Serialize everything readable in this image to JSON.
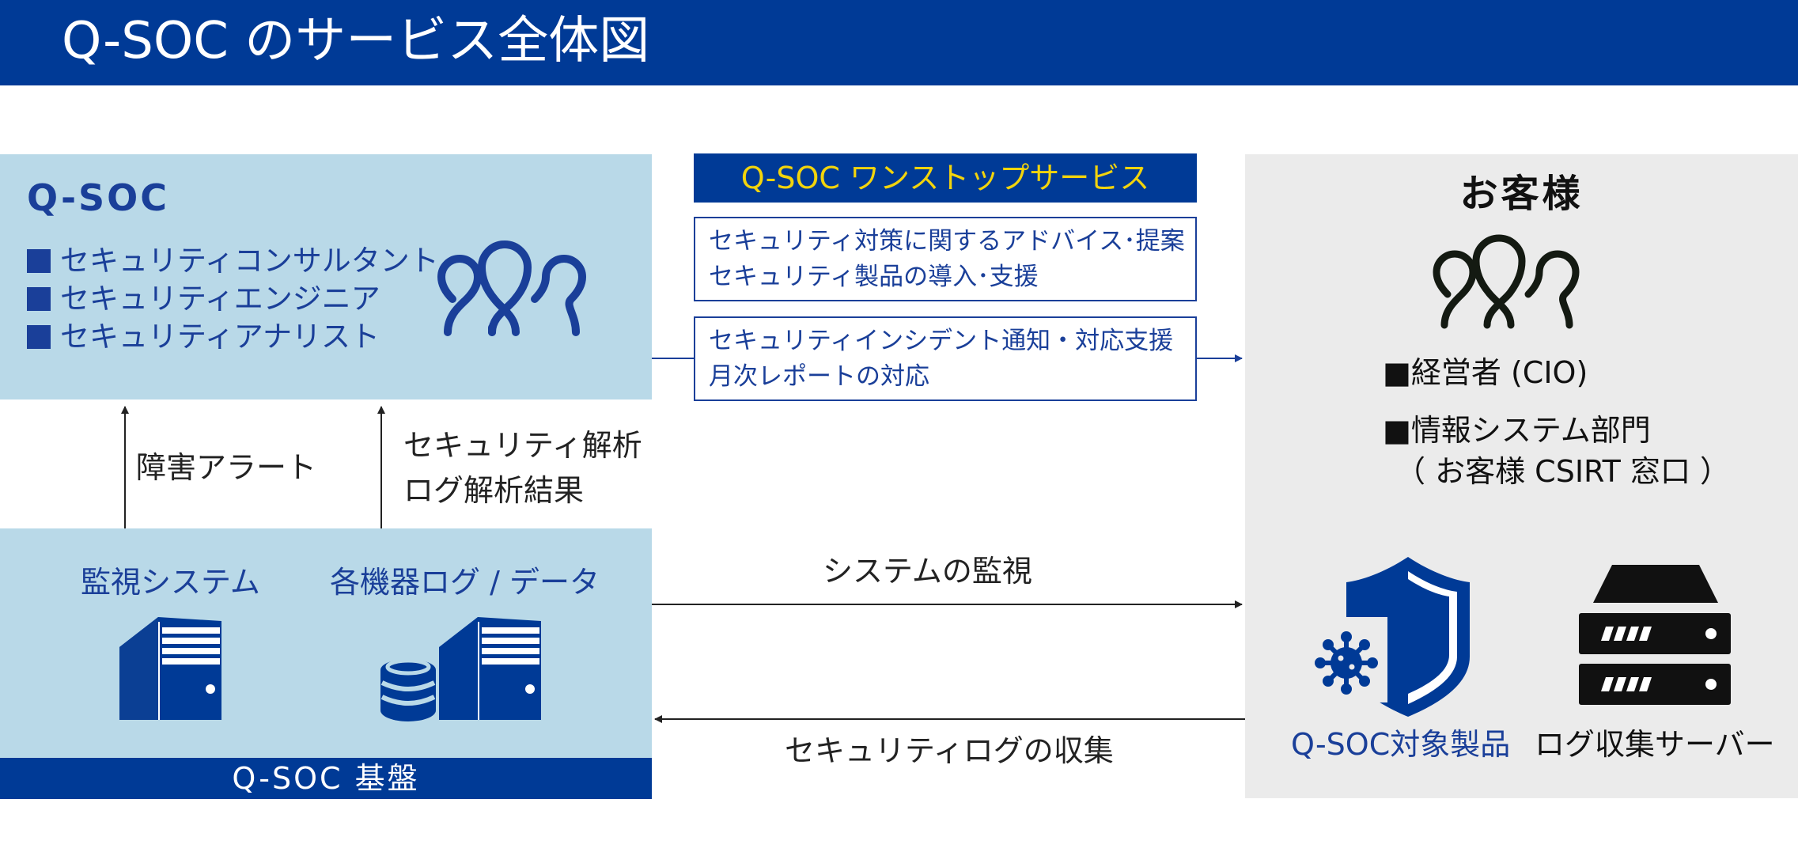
{
  "header": {
    "title": "Q-SOC のサービス全体図"
  },
  "qsoc": {
    "title": "Q-SOC",
    "roles": [
      "セキュリティコンサルタント",
      "セキュリティエンジニア",
      "セキュリティアナリスト"
    ]
  },
  "platform": {
    "label": "Q-SOC 基盤",
    "monitoring_system": "監視システム",
    "device_logs": "各機器ログ / データ"
  },
  "arrows": {
    "fault_alert": "障害アラート",
    "analysis": [
      "セキュリティ解析",
      "ログ解析結果"
    ],
    "system_monitoring": "システムの監視",
    "log_collection": "セキュリティログの収集"
  },
  "service": {
    "title": "Q-SOC ワンストップサービス",
    "box1": [
      "セキュリティ対策に関するアドバイス･提案",
      "セキュリティ製品の導入･支援"
    ],
    "box2": [
      "セキュリティインシデント通知・対応支援",
      "月次レポートの対応"
    ]
  },
  "customer": {
    "title": "お客様",
    "items": [
      "■経営者 (CIO)",
      "■情報システム部門",
      "（ お客様 CSIRT 窓口 ）"
    ],
    "product_label": "Q-SOC対象製品",
    "server_label": "ログ収集サーバー"
  },
  "colors": {
    "brand_blue": "#003a96",
    "panel_blue": "#b9d9e8",
    "panel_gray": "#ebebeb",
    "accent_yellow": "#f2d40c"
  }
}
